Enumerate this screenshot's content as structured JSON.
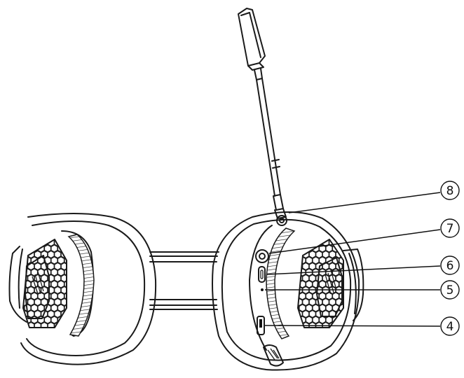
{
  "callouts": [
    {
      "id": "8",
      "label": "8"
    },
    {
      "id": "7",
      "label": "7"
    },
    {
      "id": "6",
      "label": "6"
    },
    {
      "id": "5",
      "label": "5"
    },
    {
      "id": "4",
      "label": "4"
    }
  ]
}
